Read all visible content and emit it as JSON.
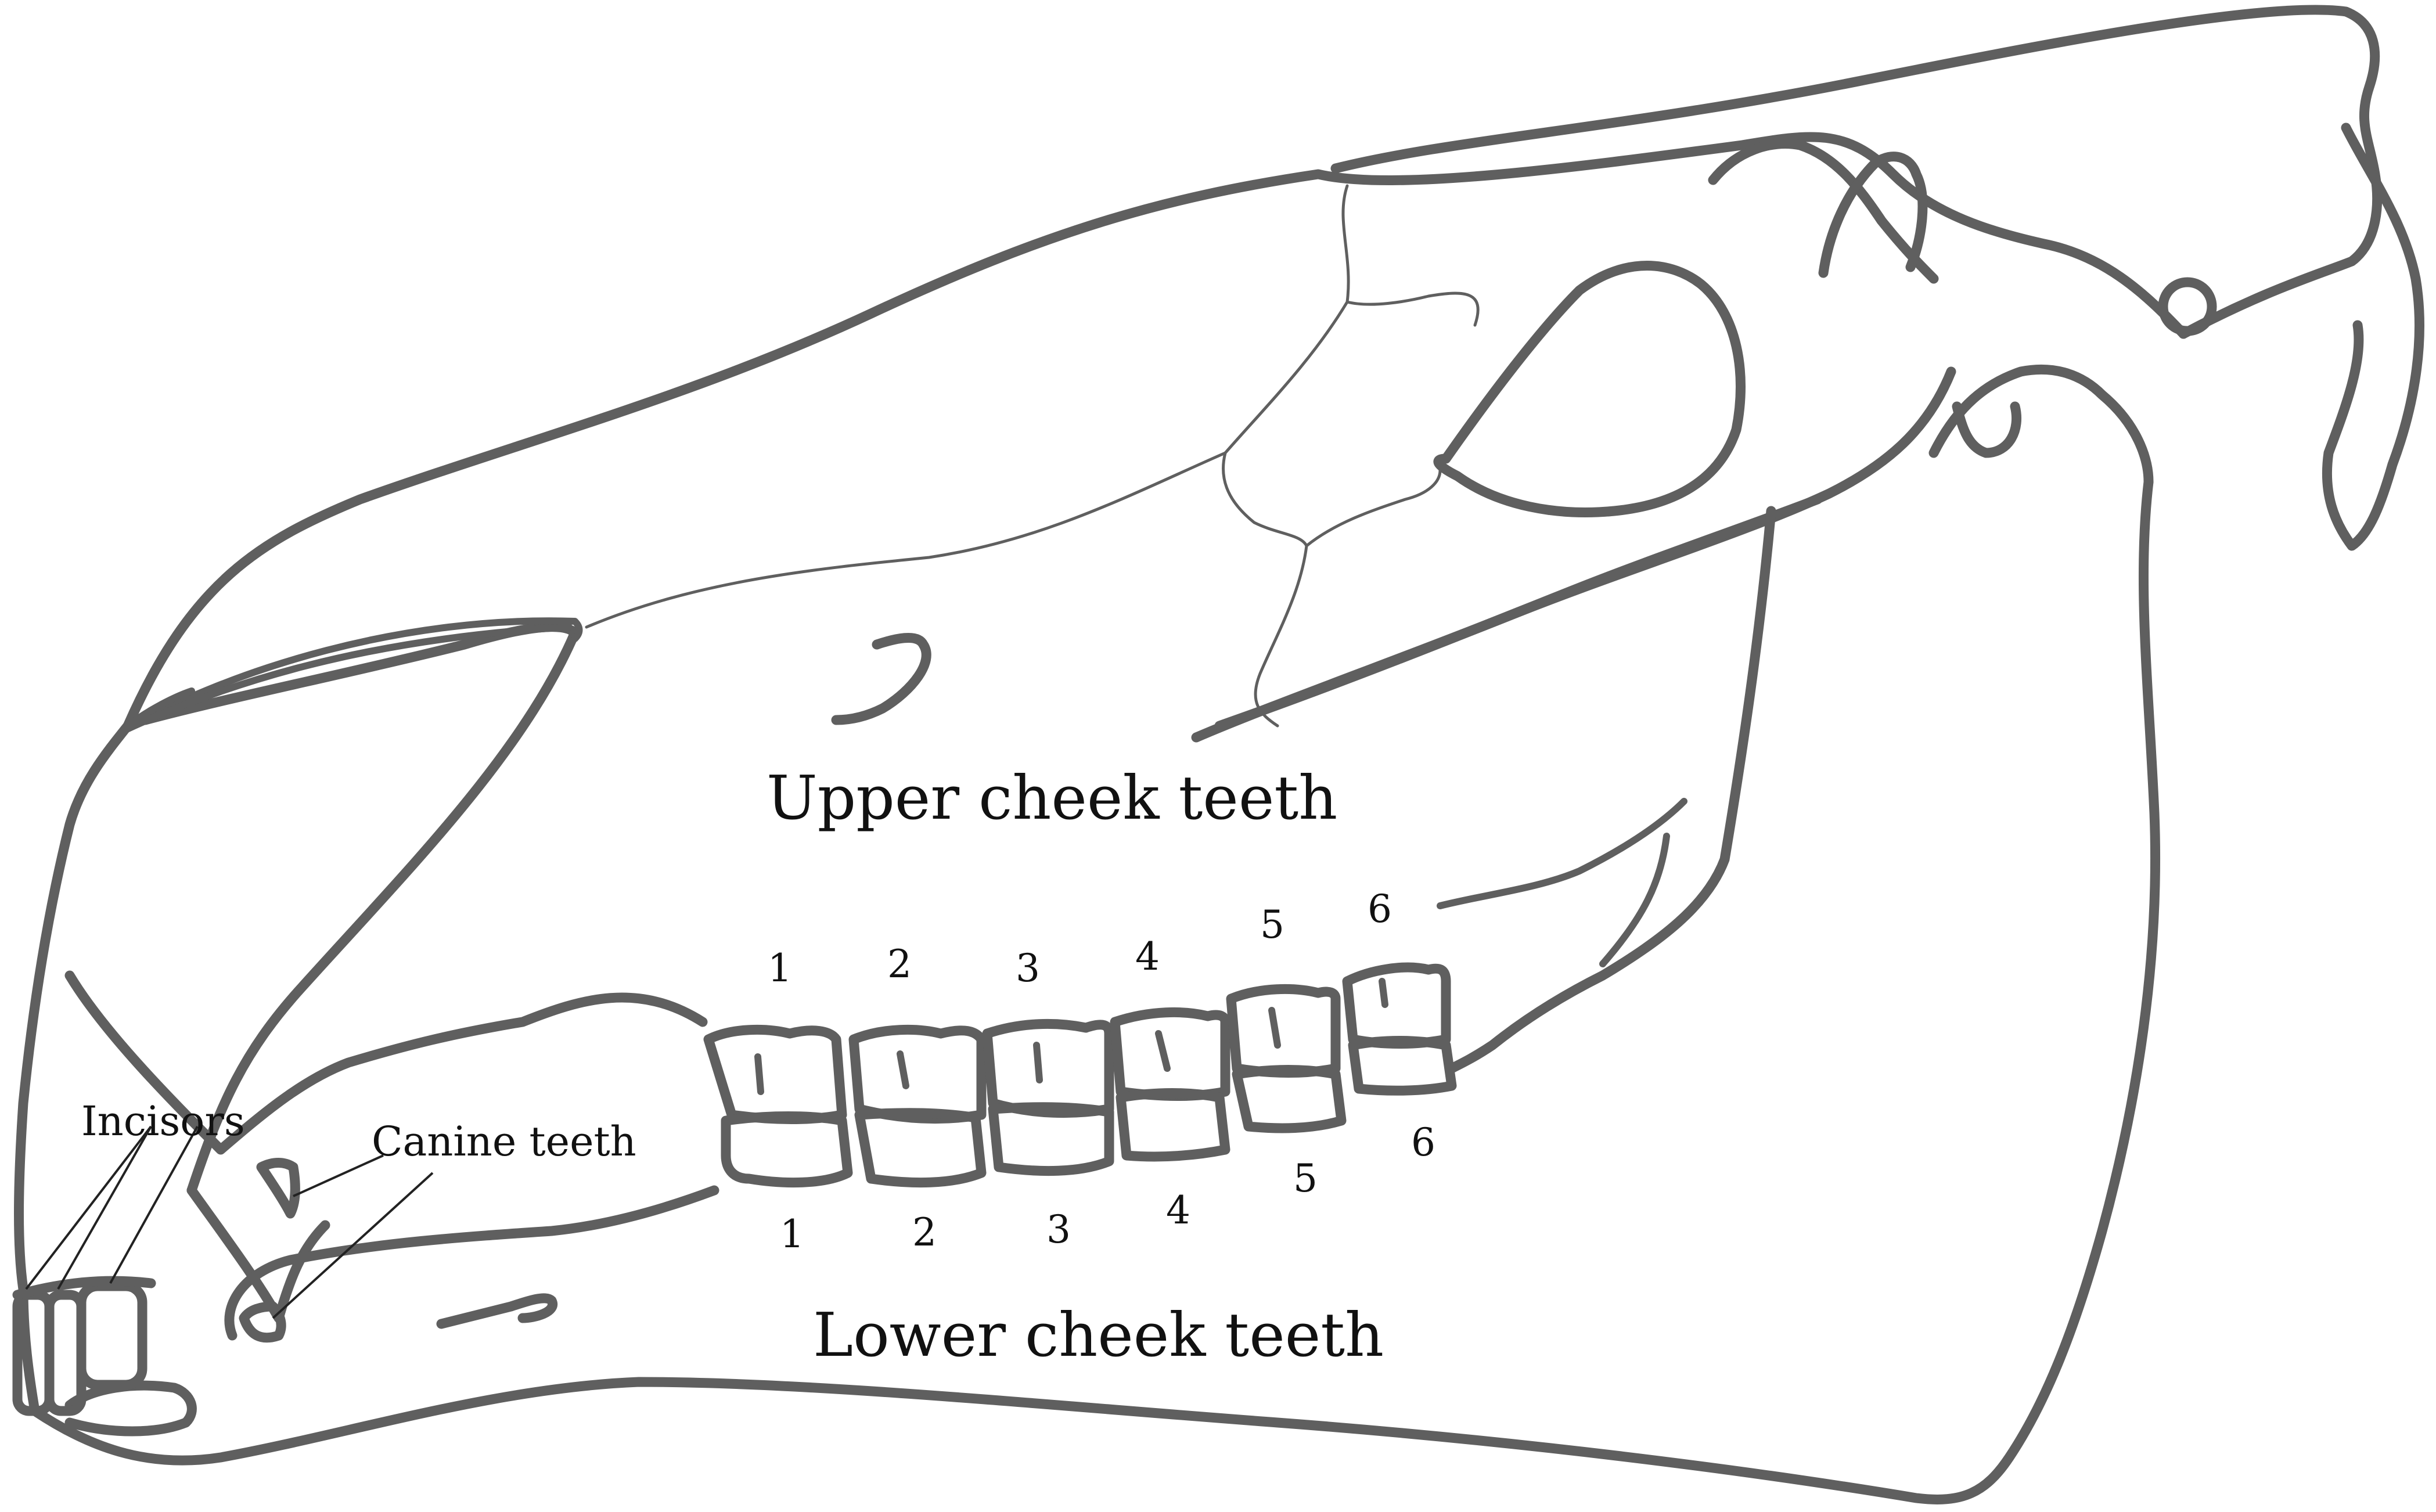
{
  "labels": {
    "upper_cheek_teeth": "Upper cheek teeth",
    "lower_cheek_teeth": "Lower cheek teeth",
    "incisors": "Incisors",
    "canine_teeth": "Canine teeth"
  },
  "upper_tooth_numbers": [
    "1",
    "2",
    "3",
    "4",
    "5",
    "6"
  ],
  "lower_tooth_numbers": [
    "1",
    "2",
    "3",
    "4",
    "5",
    "6"
  ],
  "colors": {
    "outline": "#5f5f5f",
    "text": "#111111",
    "background": "#ffffff"
  }
}
